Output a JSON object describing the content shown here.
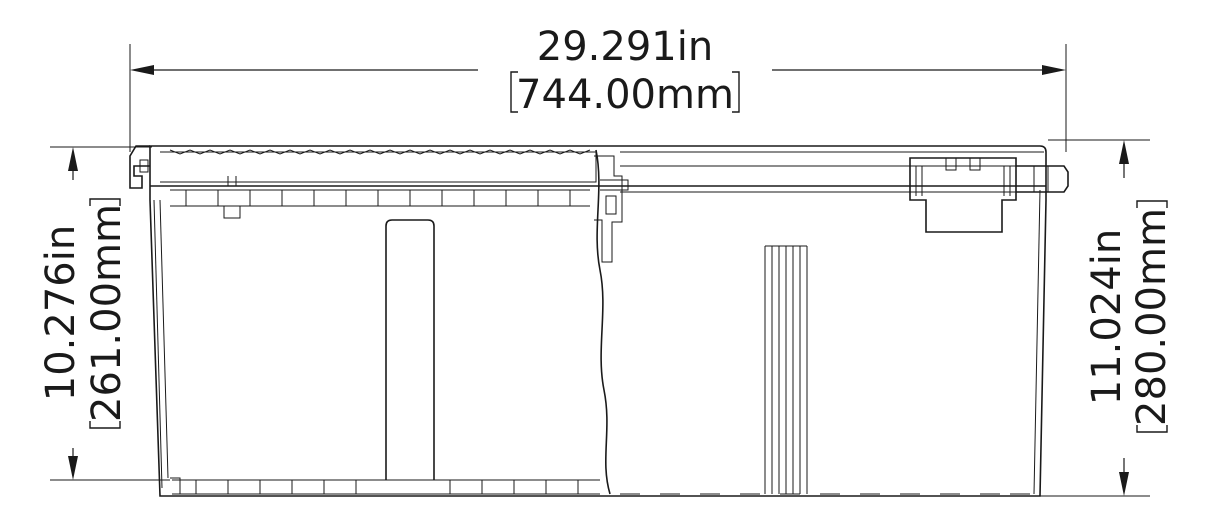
{
  "dimensions": {
    "overall_width": {
      "imperial": "29.291in",
      "metric": "744.00mm"
    },
    "body_height": {
      "imperial": "10.276in",
      "metric": "261.00mm"
    },
    "overall_height": {
      "imperial": "11.024in",
      "metric": "280.00mm"
    }
  }
}
